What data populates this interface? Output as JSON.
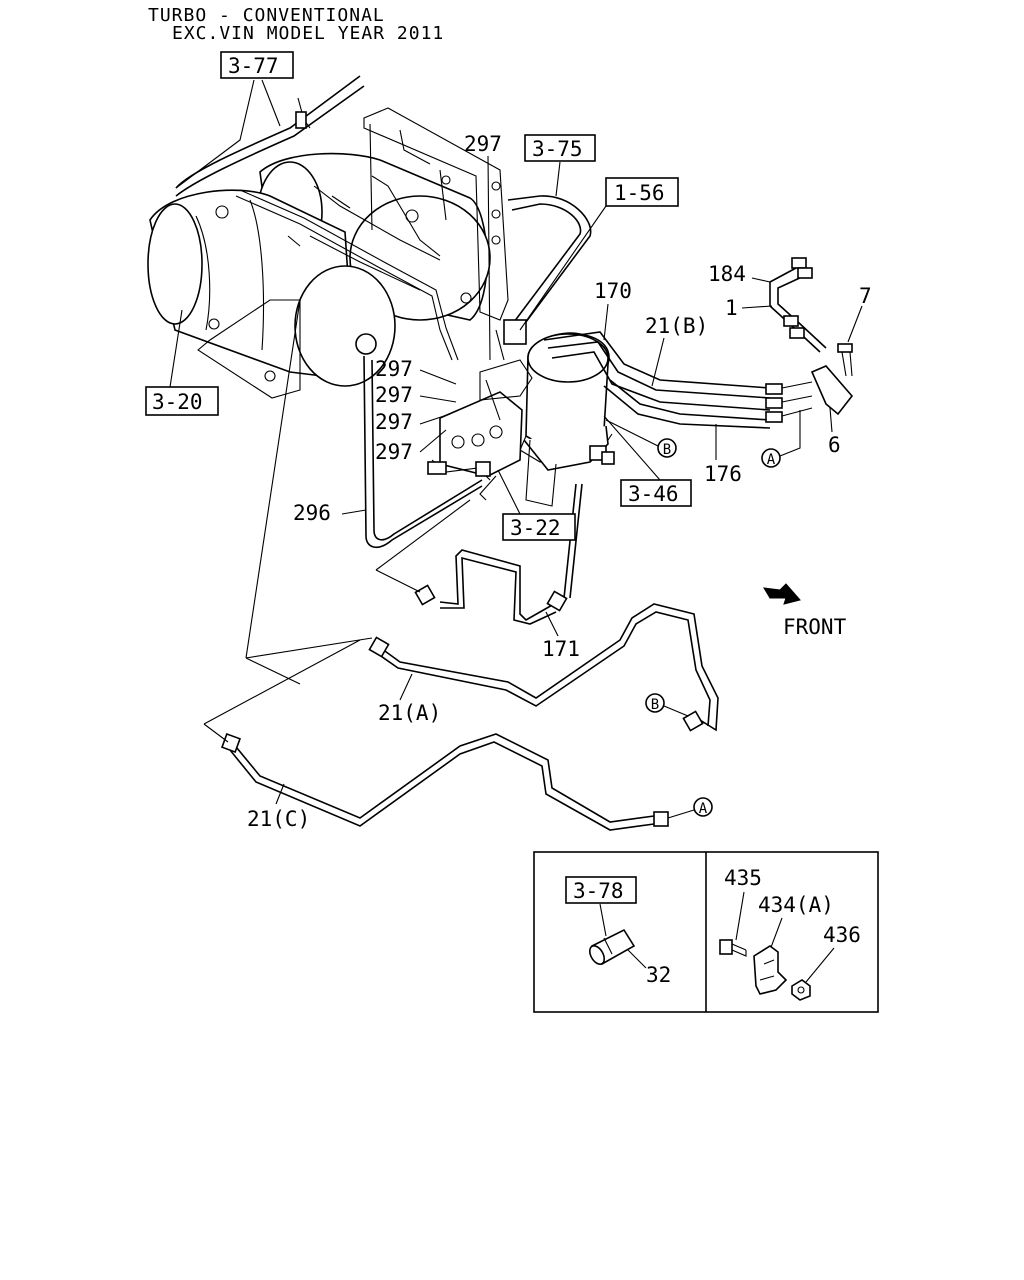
{
  "header": {
    "line1": "TURBO - CONVENTIONAL",
    "line2": "EXC.VIN MODEL YEAR 2011"
  },
  "references": {
    "r_3_77": "3-77",
    "r_3_75": "3-75",
    "r_1_56": "1-56",
    "r_3_20": "3-20",
    "r_3_46": "3-46",
    "r_3_22": "3-22",
    "r_3_78": "3-78"
  },
  "part_labels": {
    "p297_top": "297",
    "p297_a": "297",
    "p297_b": "297",
    "p297_c": "297",
    "p297_d": "297",
    "p184": "184",
    "p1": "1",
    "p7": "7",
    "p170": "170",
    "p21b": "21(B)",
    "p6": "6",
    "p176": "176",
    "p296": "296",
    "p171": "171",
    "p21a": "21(A)",
    "p21c": "21(C)",
    "p435": "435",
    "p434a": "434(A)",
    "p436": "436",
    "p32": "32"
  },
  "connectors": {
    "a1": "A",
    "a2": "A",
    "b1": "B",
    "b2": "B"
  },
  "direction": {
    "front": "FRONT"
  }
}
